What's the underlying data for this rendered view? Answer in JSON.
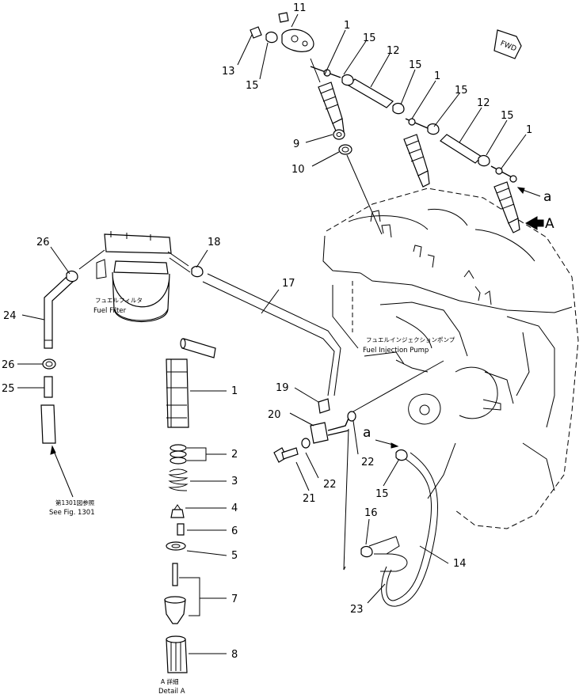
{
  "callouts": {
    "n1_top_a": "1",
    "n1_top_b": "1",
    "n1_top_c": "1",
    "n11": "11",
    "n13": "13",
    "n15_a": "15",
    "n15_b": "15",
    "n15_c": "15",
    "n15_d": "15",
    "n15_e": "15",
    "n15_f": "15",
    "n12_a": "12",
    "n12_b": "12",
    "n9": "9",
    "n10": "10",
    "n26_a": "26",
    "n26_b": "26",
    "n18": "18",
    "n17": "17",
    "n24": "24",
    "n25": "25",
    "n19": "19",
    "n20": "20",
    "n21": "21",
    "n22_a": "22",
    "n22_b": "22",
    "n16": "16",
    "n14": "14",
    "n23": "23",
    "d1": "1",
    "d2": "2",
    "d3": "3",
    "d4": "4",
    "d5": "5",
    "d6": "6",
    "d7": "7",
    "d8": "8"
  },
  "labels": {
    "fwd": "FWD",
    "view_a": "A",
    "a_top": "a",
    "a_mid": "a",
    "fuel_filter_jp": "フュエルフィルタ",
    "fuel_filter_en": "Fuel Filter",
    "injection_pump_jp": "フュエルインジェクションポンプ",
    "injection_pump_en": "Fuel Injection Pump",
    "see_fig_jp": "第1301図参照",
    "see_fig_en": "See Fig. 1301",
    "detail_jp": "A 詳細",
    "detail_en": "Detail A"
  },
  "colors": {
    "line": "#000000",
    "background": "#ffffff"
  }
}
